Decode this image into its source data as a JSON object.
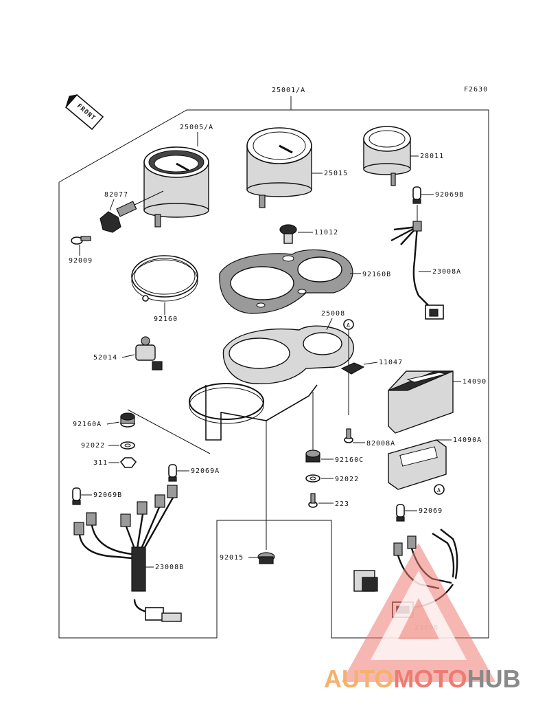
{
  "figure_code": "F2630",
  "front_label": "FRONT",
  "assembly_label": "25001/A",
  "callouts": {
    "p25005A": "25005/A",
    "p25015": "25015",
    "p28011": "28011",
    "p82077": "82077",
    "p92069B_top": "92069B",
    "p92009": "92009",
    "p11012": "11012",
    "p92160B": "92160B",
    "p23008A": "23008A",
    "p92160": "92160",
    "p25008": "25008",
    "pA_top": "A",
    "p11047": "11047",
    "p52014": "52014",
    "p14090": "14090",
    "p92160A": "92160A",
    "p82008A": "82008A",
    "p92022_left": "92022",
    "p14090A": "14090A",
    "p92160C": "92160C",
    "p311": "311",
    "p92069A": "92069A",
    "p92022_right": "92022",
    "pA_bottom": "A",
    "p92069B_left": "92069B",
    "p223": "223",
    "p92069": "92069",
    "p92015": "92015",
    "p23008B": "23008B",
    "p23008": "23008"
  },
  "watermark": {
    "part1": "AUTO",
    "part2": "MOTO",
    "part3": "HUB",
    "colors": {
      "orange": "#f4b26d",
      "red": "#ee7b72",
      "gray": "#8a8a8a"
    }
  }
}
